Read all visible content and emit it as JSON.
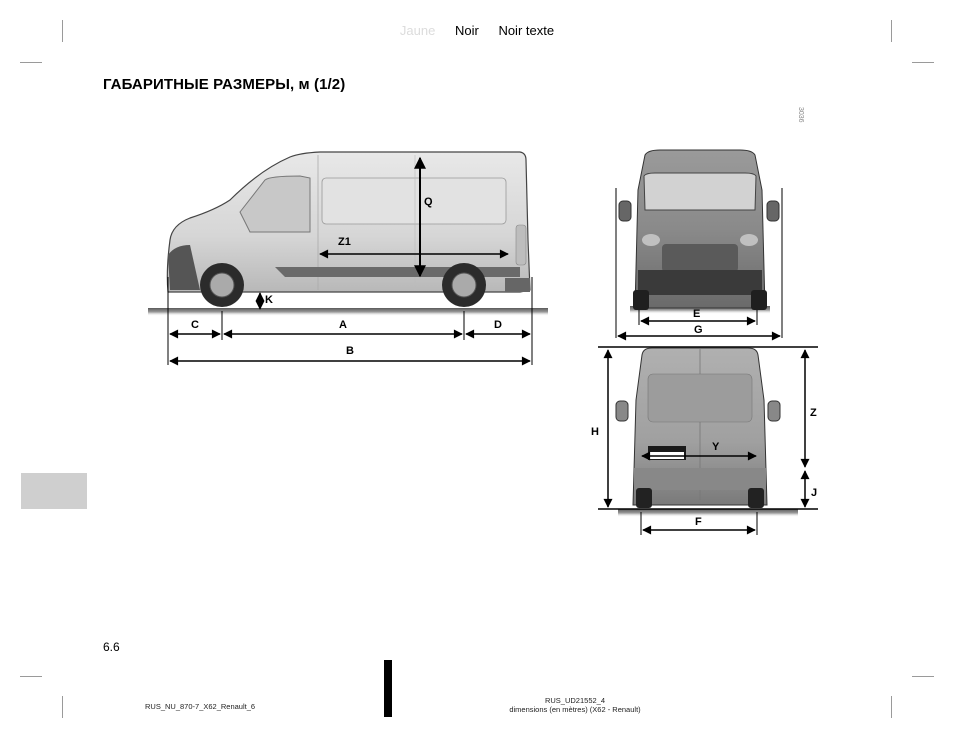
{
  "header": {
    "color_separations": [
      {
        "label": "Jaune",
        "color": "#dcdcdc"
      },
      {
        "label": "Noir",
        "color": "#000000"
      },
      {
        "label": "Noir texte",
        "color": "#000000"
      }
    ]
  },
  "page": {
    "title": "ГАБАРИТНЫЕ РАЗМЕРЫ, м (1/2)",
    "page_number": "6.6",
    "image_code": "3036"
  },
  "figure": {
    "side_view": {
      "labels": [
        "Q",
        "Z1",
        "K",
        "C",
        "A",
        "D",
        "B"
      ]
    },
    "front_view": {
      "labels": [
        "E",
        "G"
      ]
    },
    "rear_view": {
      "labels": [
        "H",
        "Z",
        "Y",
        "J",
        "F"
      ]
    }
  },
  "dimension_labels": {
    "A": "A",
    "B": "B",
    "C": "C",
    "D": "D",
    "E": "E",
    "F": "F",
    "G": "G",
    "H": "H",
    "J": "J",
    "K": "K",
    "Q": "Q",
    "Y": "Y",
    "Z": "Z",
    "Z1": "Z1"
  },
  "footer": {
    "left_ref": "RUS_NU_870-7_X62_Renault_6",
    "mid_ref_line1": "RUS_UD21552_4",
    "mid_ref_line2": "dimensions (en mètres) (X62 - Renault)"
  },
  "colors": {
    "tab_marker": "#cfcfcf",
    "crop_marks": "#9a9a9a"
  }
}
